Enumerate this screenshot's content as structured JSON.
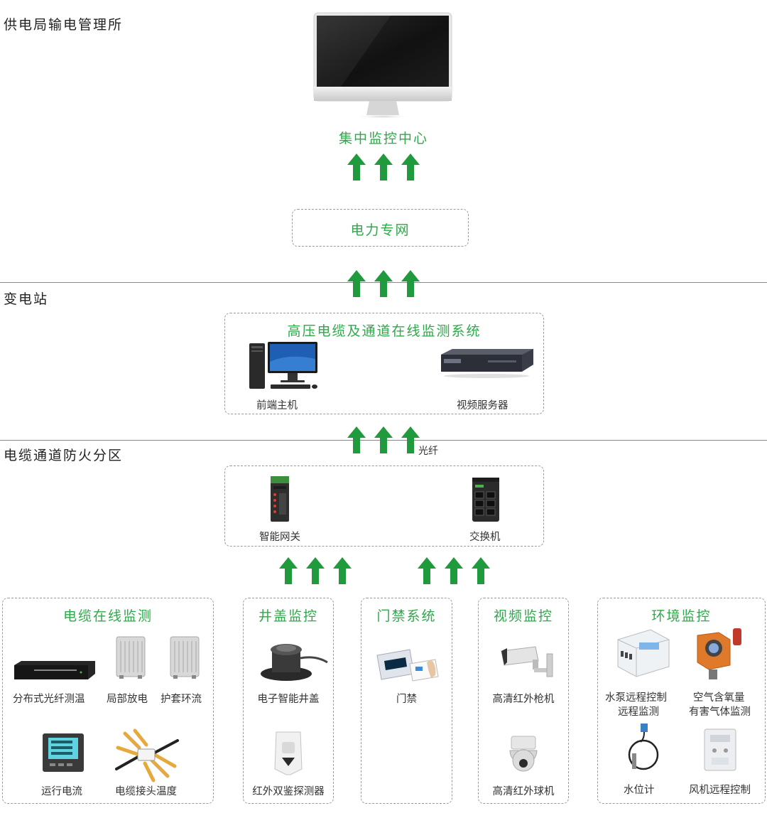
{
  "sections": {
    "bureau": "供电局输电管理所",
    "substation": "变电站",
    "cable_zone": "电缆通道防火分区"
  },
  "center": {
    "title": "集中监控中心"
  },
  "network": {
    "title": "电力专网"
  },
  "system": {
    "title": "高压电缆及通道在线监测系统",
    "front_host": "前端主机",
    "video_server": "视频服务器"
  },
  "link": {
    "fiber": "光纤"
  },
  "gateway": {
    "smart_gateway": "智能网关",
    "switch": "交换机"
  },
  "groups": {
    "cable_monitor": {
      "title": "电缆在线监测",
      "items": [
        "分布式光纤测温",
        "局部放电",
        "护套环流",
        "运行电流",
        "电缆接头温度"
      ]
    },
    "manhole": {
      "title": "井盖监控",
      "items": [
        "电子智能井盖",
        "红外双鉴探测器"
      ]
    },
    "access": {
      "title": "门禁系统",
      "items": [
        "门禁"
      ]
    },
    "video": {
      "title": "视频监控",
      "items": [
        "高清红外枪机",
        "高清红外球机"
      ]
    },
    "environment": {
      "title": "环境监控",
      "items": [
        "水泵远程控制",
        "远程监测",
        "空气含氧量",
        "有害气体监测",
        "水位计",
        "风机远程控制"
      ]
    }
  },
  "colors": {
    "accent": "#2ea84a",
    "divider": "#8a8a8a",
    "dashed": "#9a9a9a"
  }
}
